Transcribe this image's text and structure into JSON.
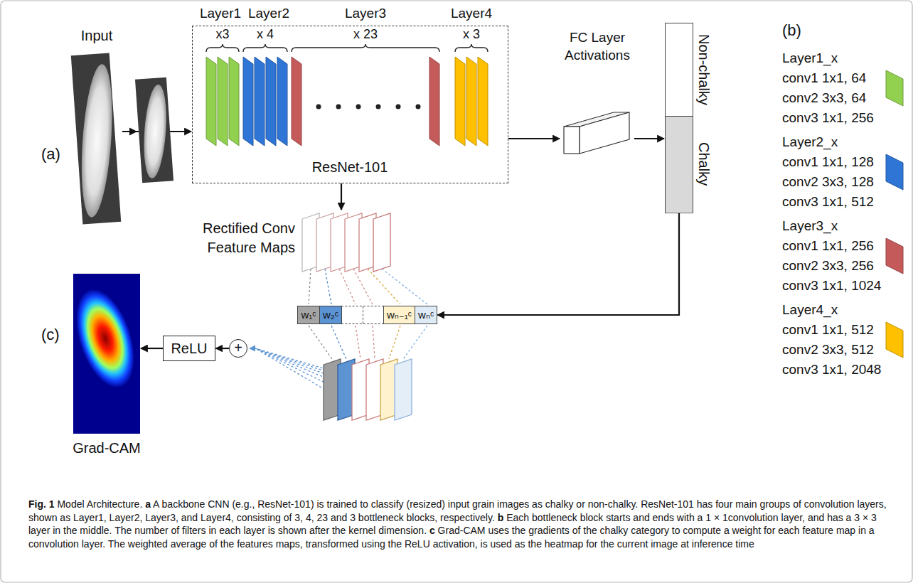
{
  "diagram": {
    "caption": "Fig. 1 Model Architecture. a A backbone CNN (e.g., ResNet-101) is trained to classify (resized) input grain images as chalky or non-chalky. ResNet-101 has four main groups of convolution layers, shown as Layer1, Layer2, Layer3, and Layer4, consisting of 3, 4, 23 and 3 bottleneck blocks, respectively. b Each bottleneck block starts and ends with a 1 × 1convolution layer, and has a 3 × 3 layer in the middle. The number of filters in each layer is shown after the kernel dimension. c Grad-CAM uses the gradients of the chalky category to compute a weight for each feature map in a convolution layer. The weighted average of the features maps, transformed using the ReLU activation, is used as the heatmap for the current image at inference time",
    "nodes": [
      {
        "text": [
          "Input"
        ]
      },
      {
        "text": [
          "ResNet-101"
        ]
      },
      {
        "text": [
          "FC Layer Activations"
        ]
      },
      {
        "text": [
          "Non-chalky",
          "Chalky"
        ]
      },
      {
        "text": [
          "Rectified Conv Feature Maps"
        ]
      },
      {
        "text": [
          "w₁ᶜ",
          "w₂ᶜ",
          "wₙ₋₁ᶜ",
          "wₙᶜ"
        ]
      },
      {
        "text": [
          "Grad-CAM"
        ]
      },
      {
        "text": [
          "ReLU"
        ]
      },
      {
        "text": [
          "+"
        ]
      }
    ],
    "edges": [
      {
        "from": 0,
        "to": 1,
        "arrow": "to"
      },
      {
        "from": 1,
        "to": 2,
        "arrow": "to"
      },
      {
        "from": 2,
        "to": 3,
        "arrow": "to"
      },
      {
        "from": 1,
        "to": 4,
        "arrow": "to"
      },
      {
        "from": 3,
        "to": 5,
        "arrow": "to"
      },
      {
        "from": 8,
        "to": 7,
        "arrow": "to"
      },
      {
        "from": 7,
        "to": 6,
        "arrow": "to"
      }
    ],
    "labels": [
      "Layer1",
      "Layer2",
      "Layer3",
      "Layer4",
      "x3",
      "x 4",
      "x 23",
      "x 3",
      "(b)",
      "conv1 1x1, 64",
      "conv2 3x3, 64",
      "conv3 1x1, 256",
      "conv1 1x1, 128",
      "conv2 3x3, 128",
      "conv3 1x1, 512",
      "conv1 1x1, 256",
      "conv2 3x3, 256",
      "conv3 1x1, 1024",
      "conv1 1x1, 512",
      "conv2 3x3, 512",
      "conv3 1x1, 2048",
      "(a)",
      "(c)"
    ],
    "legend": [
      {
        "text": "Layer1_x",
        "color": "#92d050"
      },
      {
        "text": "Layer2_x",
        "color": "#2f75d6"
      },
      {
        "text": "Layer3_x",
        "color": "#c55a5a"
      },
      {
        "text": "Layer4_x",
        "color": "#ffc000"
      }
    ]
  }
}
